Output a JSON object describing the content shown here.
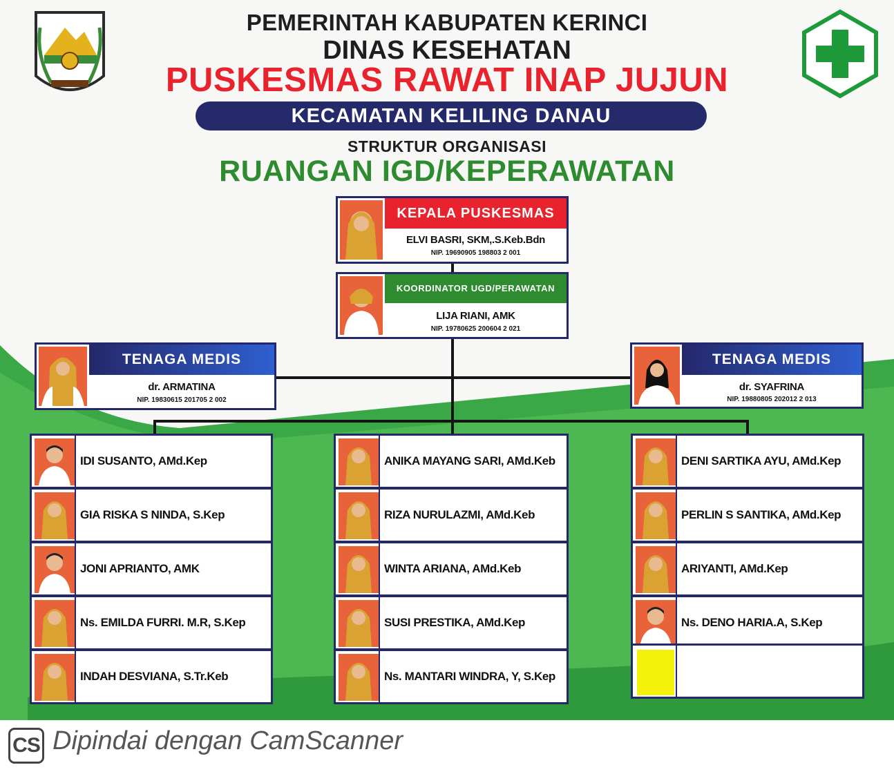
{
  "header": {
    "line1": "PEMERINTAH KABUPATEN KERINCI",
    "line2": "DINAS KESEHATAN",
    "line3": "PUSKESMAS RAWAT INAP JUJUN",
    "district": "KECAMATAN KELILING DANAU",
    "subtitle": "STRUKTUR ORGANISASI",
    "title": "RUANGAN IGD/KEPERAWATAN"
  },
  "logos": {
    "left": "kerinci-regency-emblem",
    "right": "green-cross-health-icon"
  },
  "head": {
    "role": "KEPALA PUSKESMAS",
    "name": "ELVI BASRI, SKM,.S.Keb.Bdn",
    "nip": "NIP. 19690905 198803 2 001"
  },
  "coordinator": {
    "role": "KOORDINATOR UGD/PERAWATAN",
    "name": "LIJA RIANI, AMK",
    "nip": "NIP. 19780625 200604 2 021"
  },
  "medis_left": {
    "role": "TENAGA MEDIS",
    "name": "dr. ARMATINA",
    "nip": "NIP. 19830615 201705 2 002"
  },
  "medis_right": {
    "role": "TENAGA MEDIS",
    "name": "dr. SYAFRINA",
    "nip": "NIP. 19880805 202012 2 013"
  },
  "columns": [
    [
      "IDI SUSANTO, AMd.Kep",
      "GIA RISKA S NINDA, S.Kep",
      "JONI APRIANTO, AMK",
      "Ns. EMILDA FURRI. M.R, S.Kep",
      "INDAH DESVIANA, S.Tr.Keb"
    ],
    [
      "ANIKA MAYANG SARI, AMd.Keb",
      "RIZA NURULAZMI, AMd.Keb",
      "WINTA ARIANA, AMd.Keb",
      "SUSI PRESTIKA, AMd.Kep",
      "Ns. MANTARI WINDRA, Y, S.Kep"
    ],
    [
      "DENI SARTIKA AYU, AMd.Kep",
      "PERLIN S SANTIKA, AMd.Kep",
      "ARIYANTI, AMd.Kep",
      "Ns. DENO HARIA.A, S.Kep",
      ""
    ]
  ],
  "footer": {
    "logo_text": "CS",
    "text": "Dipindai dengan CamScanner"
  },
  "colors": {
    "red": "#e8232e",
    "green": "#2f8b2f",
    "navy": "#252a6b",
    "blue": "#2f5fd0",
    "placeholder": "#f2f20a"
  }
}
